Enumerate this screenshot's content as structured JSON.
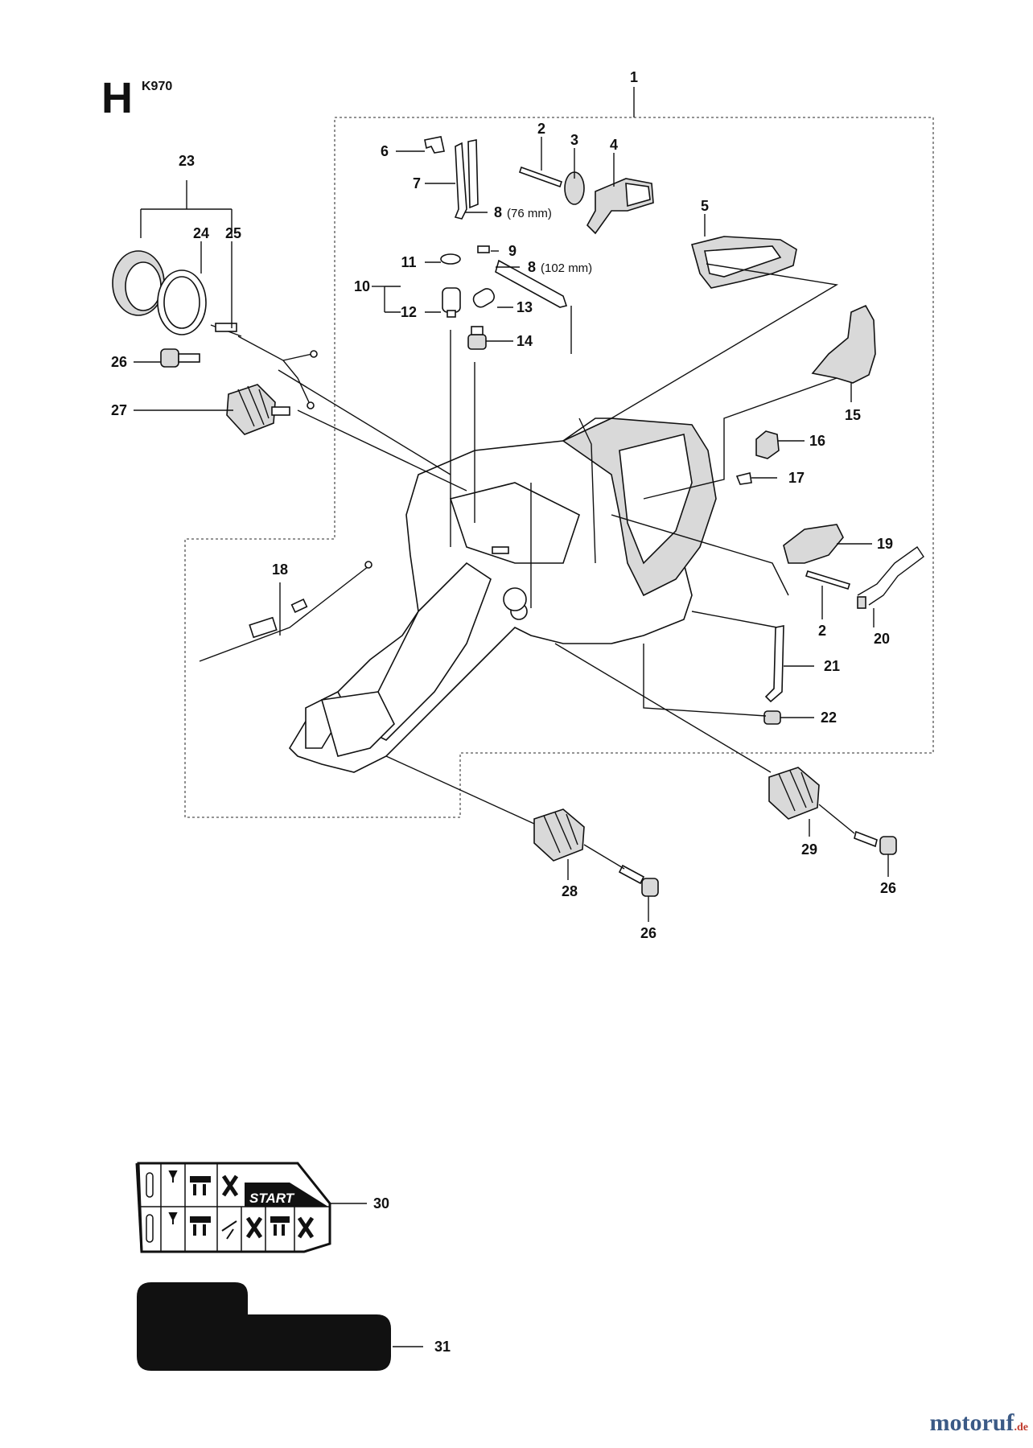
{
  "page": {
    "section_letter": "H",
    "model": "K970"
  },
  "callouts": [
    {
      "id": "c1",
      "text": "1"
    },
    {
      "id": "c2a",
      "text": "2"
    },
    {
      "id": "c3",
      "text": "3"
    },
    {
      "id": "c4",
      "text": "4"
    },
    {
      "id": "c5",
      "text": "5"
    },
    {
      "id": "c6",
      "text": "6"
    },
    {
      "id": "c7",
      "text": "7"
    },
    {
      "id": "c8a",
      "text": "8",
      "note": "(76 mm)"
    },
    {
      "id": "c9",
      "text": "9"
    },
    {
      "id": "c8b",
      "text": "8",
      "note": "(102 mm)"
    },
    {
      "id": "c10",
      "text": "10"
    },
    {
      "id": "c11",
      "text": "11"
    },
    {
      "id": "c12",
      "text": "12"
    },
    {
      "id": "c13",
      "text": "13"
    },
    {
      "id": "c14",
      "text": "14"
    },
    {
      "id": "c15",
      "text": "15"
    },
    {
      "id": "c16",
      "text": "16"
    },
    {
      "id": "c17",
      "text": "17"
    },
    {
      "id": "c18",
      "text": "18"
    },
    {
      "id": "c19",
      "text": "19"
    },
    {
      "id": "c2b",
      "text": "2"
    },
    {
      "id": "c20",
      "text": "20"
    },
    {
      "id": "c21",
      "text": "21"
    },
    {
      "id": "c22",
      "text": "22"
    },
    {
      "id": "c23",
      "text": "23"
    },
    {
      "id": "c24",
      "text": "24"
    },
    {
      "id": "c25",
      "text": "25"
    },
    {
      "id": "c26a",
      "text": "26"
    },
    {
      "id": "c27",
      "text": "27"
    },
    {
      "id": "c28",
      "text": "28"
    },
    {
      "id": "c26b",
      "text": "26"
    },
    {
      "id": "c29",
      "text": "29"
    },
    {
      "id": "c26c",
      "text": "26"
    },
    {
      "id": "c30",
      "text": "30"
    },
    {
      "id": "c31",
      "text": "31"
    }
  ],
  "decal": {
    "start_text": "START"
  },
  "watermark": {
    "main": "motoruf",
    "tld": ".de"
  }
}
